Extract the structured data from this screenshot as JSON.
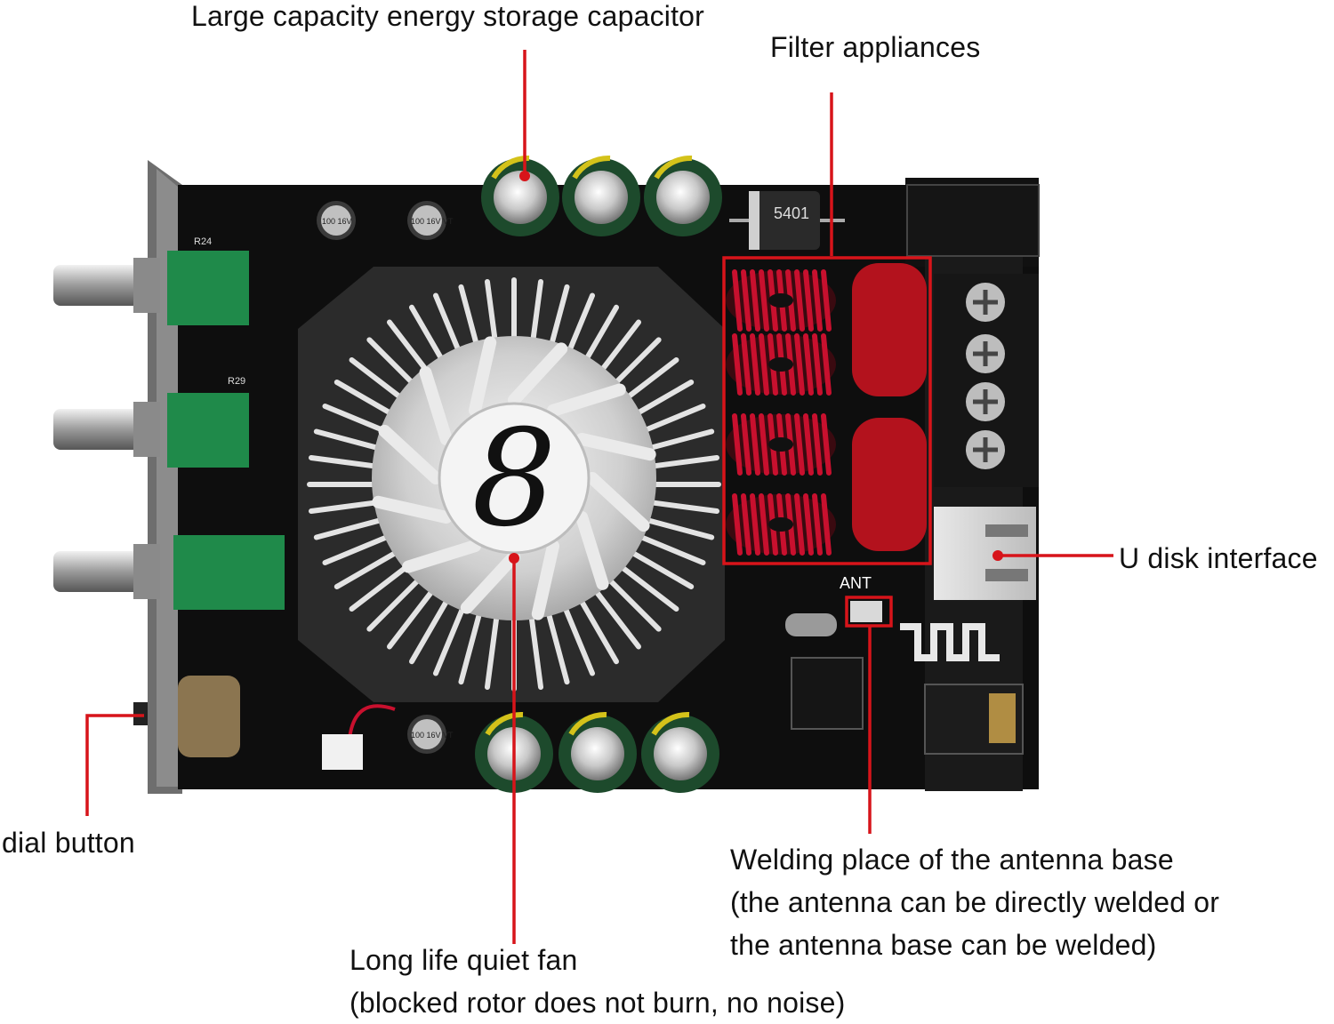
{
  "labels": {
    "capacitor": "Large capacity energy storage capacitor",
    "filter": "Filter appliances",
    "udisk": "U disk interface",
    "dial": "dial button",
    "antenna_line1": "Welding place of the antenna base",
    "antenna_line2": "(the antenna can be directly welded or",
    "antenna_line3": "the antenna base can be welded)",
    "fan_line1": "Long life quiet fan",
    "fan_line2": "(blocked rotor does not burn, no noise)"
  },
  "board_markings": {
    "antenna": "ANT",
    "diode": "5401",
    "small_cap_top_left": "100 16V",
    "small_cap_top_right": "100 16V VT",
    "small_cap_bottom": "100 16V VT",
    "pot_ref_1": "R24",
    "pot_ref_2": "R29",
    "fan_logo": "8"
  },
  "colors": {
    "callout": "#d7141a",
    "pcb": "#0e0e0e",
    "heatsink": "#d9d9d9",
    "capacitor": "#1d4a2c",
    "potentiometer": "#1f8a4a",
    "inductor_wire": "#c8102e",
    "film_capacitor": "#b3121d"
  }
}
